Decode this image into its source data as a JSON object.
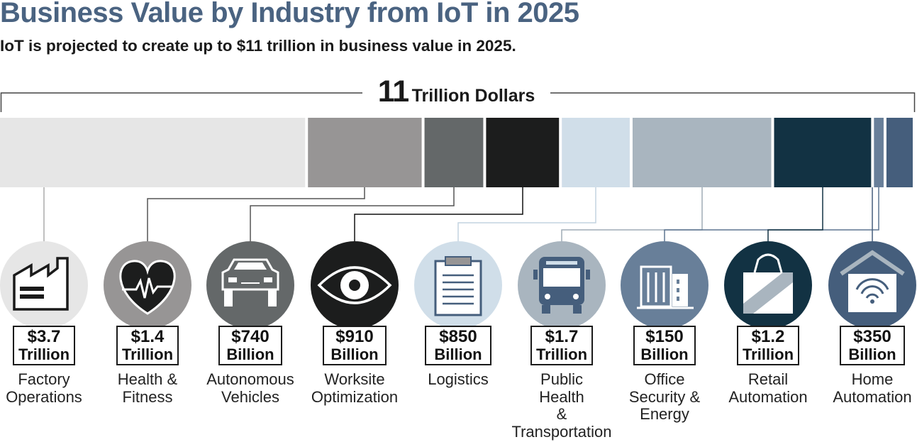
{
  "title": "Business Value by Industry from IoT in 2025",
  "subtitle": "IoT is projected to create up to $11 trillion in business value in 2025.",
  "total": {
    "number": "11",
    "unit": "Trillion Dollars"
  },
  "chart_data": {
    "type": "bar",
    "title": "Business Value by Industry from IoT in 2025",
    "stacked_total_trillion_usd": 11,
    "categories": [
      "Factory Operations",
      "Health & Fitness",
      "Autonomous Vehicles",
      "Worksite Optimization",
      "Logistics",
      "Public Health & Transportation",
      "Office Security & Energy",
      "Retail Automation",
      "Home Automation"
    ],
    "values_trillion_usd": [
      3.7,
      1.4,
      0.74,
      0.91,
      0.85,
      1.7,
      0.15,
      1.2,
      0.35
    ],
    "items": [
      {
        "label_lines": [
          "Factory",
          "Operations"
        ],
        "amount": "$3.7",
        "unit": "Trillion",
        "value": 3.7,
        "color": "#e6e6e6",
        "icon": "factory-icon"
      },
      {
        "label_lines": [
          "Health &",
          "Fitness"
        ],
        "amount": "$1.4",
        "unit": "Trillion",
        "value": 1.4,
        "color": "#979595",
        "icon": "heart-pulse-icon"
      },
      {
        "label_lines": [
          "Autonomous",
          "Vehicles"
        ],
        "amount": "$740",
        "unit": "Billion",
        "value": 0.74,
        "color": "#646869",
        "icon": "car-icon"
      },
      {
        "label_lines": [
          "Worksite",
          "Optimization"
        ],
        "amount": "$910",
        "unit": "Billion",
        "value": 0.91,
        "color": "#1c1d1d",
        "icon": "eye-icon"
      },
      {
        "label_lines": [
          "Logistics"
        ],
        "amount": "$850",
        "unit": "Billion",
        "value": 0.85,
        "color": "#d0dee9",
        "icon": "clipboard-icon"
      },
      {
        "label_lines": [
          "Public",
          "Health",
          "&",
          "Transportation"
        ],
        "amount": "$1.7",
        "unit": "Trillion",
        "value": 1.7,
        "color": "#a9b5bf",
        "icon": "bus-icon"
      },
      {
        "label_lines": [
          "Office",
          "Security &",
          "Energy"
        ],
        "amount": "$150",
        "unit": "Billion",
        "value": 0.15,
        "color": "#687f99",
        "icon": "office-building-icon"
      },
      {
        "label_lines": [
          "Retail",
          "Automation"
        ],
        "amount": "$1.2",
        "unit": "Trillion",
        "value": 1.2,
        "color": "#123243",
        "icon": "shopping-bag-icon"
      },
      {
        "label_lines": [
          "Home",
          "Automation"
        ],
        "amount": "$350",
        "unit": "Billion",
        "value": 0.35,
        "color": "#455e7c",
        "icon": "smart-home-icon"
      }
    ]
  }
}
